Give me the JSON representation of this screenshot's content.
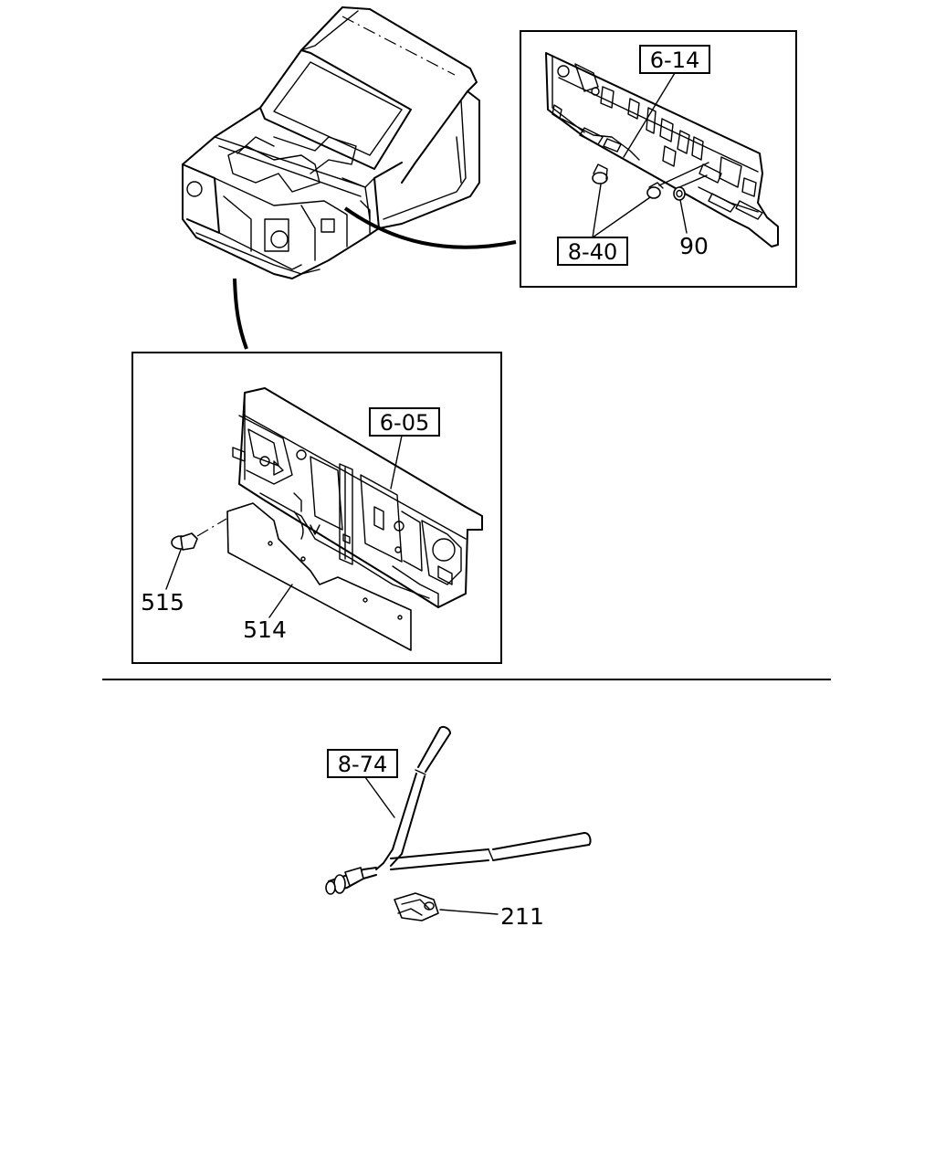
{
  "callouts": {
    "ref_6_14": "6-14",
    "ref_8_40": "8-40",
    "part_90": "90",
    "ref_6_05": "6-05",
    "part_515": "515",
    "part_514": "514",
    "ref_8_74": "8-74",
    "part_211": "211"
  }
}
